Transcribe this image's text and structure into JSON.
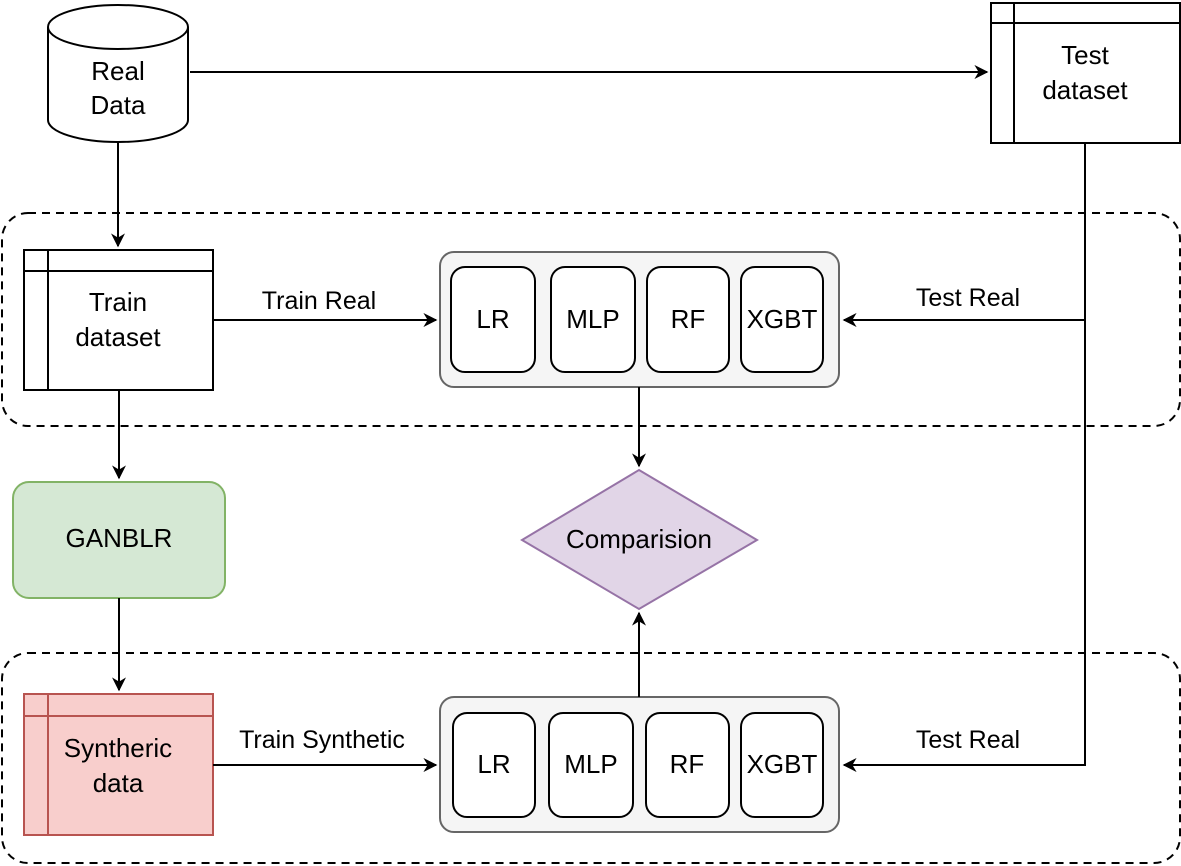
{
  "nodes": {
    "real_data": {
      "line1": "Real",
      "line2": "Data"
    },
    "test_dataset": {
      "line1": "Test",
      "line2": "dataset"
    },
    "train_dataset": {
      "line1": "Train",
      "line2": "dataset"
    },
    "ganblr": {
      "label": "GANBLR"
    },
    "synthetic_data": {
      "line1": "Syntheric",
      "line2": "data"
    },
    "comparison": {
      "label": "Comparision"
    }
  },
  "model_groups": {
    "top": {
      "models": [
        "LR",
        "MLP",
        "RF",
        "XGBT"
      ]
    },
    "bottom": {
      "models": [
        "LR",
        "MLP",
        "RF",
        "XGBT"
      ]
    }
  },
  "edge_labels": {
    "train_real": "Train Real",
    "test_real_top": "Test Real",
    "train_synthetic": "Train Synthetic",
    "test_real_bottom": "Test Real"
  },
  "colors": {
    "ganblr_fill": "#d5e8d4",
    "ganblr_stroke": "#82b366",
    "synthetic_fill": "#f8cecc",
    "synthetic_stroke": "#b85450",
    "comparison_fill": "#e1d5e7",
    "comparison_stroke": "#9673a6",
    "group_fill": "#f5f5f5",
    "group_stroke": "#666666"
  }
}
